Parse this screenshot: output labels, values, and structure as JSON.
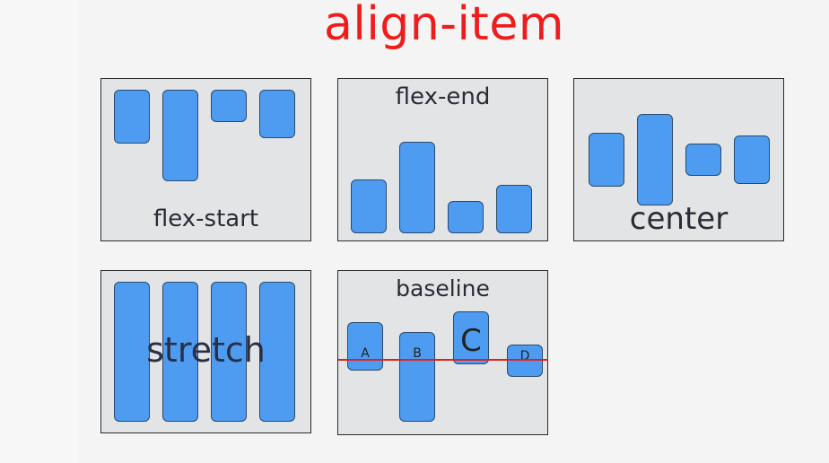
{
  "title": "align-item",
  "panels": {
    "flex_start": {
      "label": "flex-start"
    },
    "flex_end": {
      "label": "flex-end"
    },
    "center": {
      "label": "center"
    },
    "stretch": {
      "label": "stretch"
    },
    "baseline": {
      "label": "baseline",
      "items": [
        "A",
        "B",
        "C",
        "D"
      ]
    }
  },
  "colors": {
    "title": "#f01b1b",
    "box_fill": "#4d9cf1",
    "panel_fill": "#e3e4e6",
    "baseline_line": "#e02020"
  }
}
